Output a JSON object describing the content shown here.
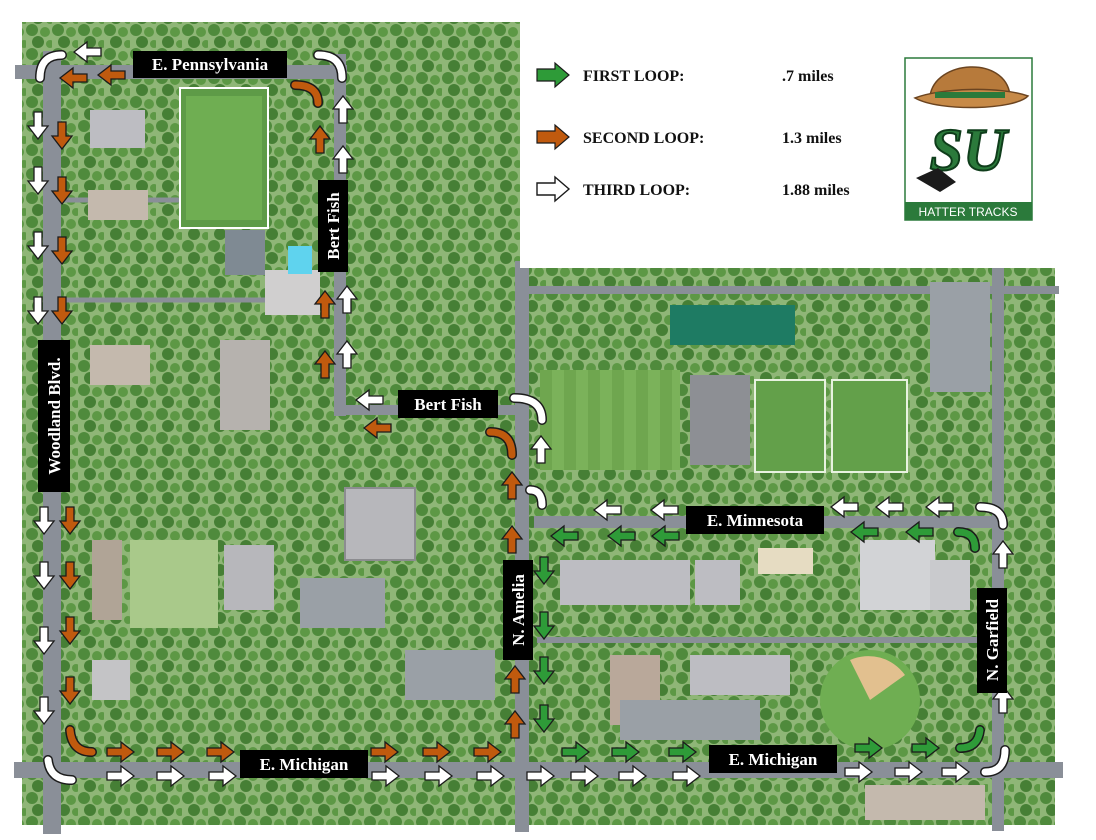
{
  "legend": {
    "items": [
      {
        "label": "FIRST LOOP:",
        "distance": ".7 miles",
        "color": "#2e9b38"
      },
      {
        "label": "SECOND LOOP:",
        "distance": "1.3 miles",
        "color": "#c05a0e"
      },
      {
        "label": "THIRD LOOP:",
        "distance": "1.88 miles",
        "color": "#ffffff"
      }
    ]
  },
  "logo": {
    "monogram": "SU",
    "caption": "HATTER TRACKS",
    "color": "#2b7a3b"
  },
  "streets": {
    "e_pennsylvania": "E. Pennsylvania",
    "bert_fish_north": "Bert Fish",
    "bert_fish_middle": "Bert Fish",
    "woodland": "Woodland Blvd.",
    "e_minnesota": "E. Minnesota",
    "n_amelia": "N. Amelia",
    "n_garfield": "N. Garfield",
    "e_michigan_west": "E. Michigan",
    "e_michigan_east": "E. Michigan"
  },
  "colors": {
    "first_loop": "#2e9b38",
    "second_loop": "#c05a0e",
    "third_loop": "#ffffff",
    "road": "#8a8f98",
    "grass": "#8fb677",
    "trees": "#4f8a3c",
    "building": "#bdbdc2",
    "label_bg": "#000000"
  }
}
